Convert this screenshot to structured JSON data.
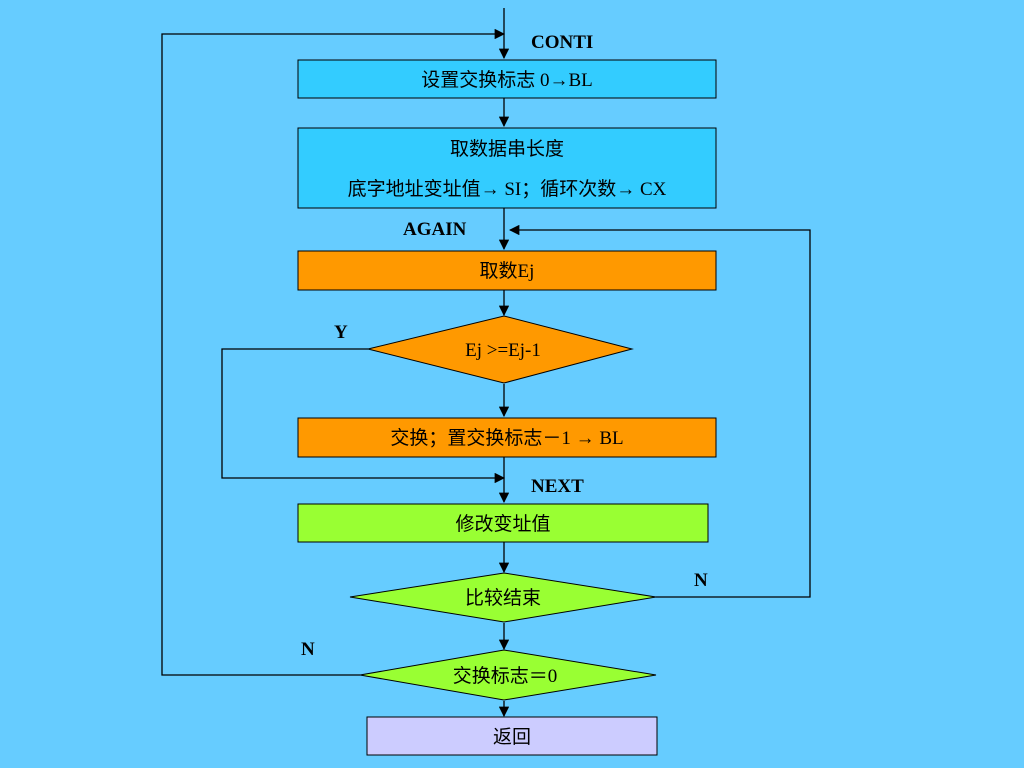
{
  "colors": {
    "background": "#66CCFF",
    "init_box": "#33CCFF",
    "loop_box": "#FF9900",
    "next_box": "#99FF33",
    "return_box": "#CCCCFF",
    "line": "#000000"
  },
  "labels": {
    "conti": "CONTI",
    "again": "AGAIN",
    "next": "NEXT",
    "yes_compare": "Y",
    "no_end": "N",
    "no_flag": "N"
  },
  "nodes": {
    "set_flag": "设置交换标志 0→BL",
    "get_length_line1": "取数据串长度",
    "get_length_line2": "底字地址变址值→ SI；循环次数→ CX",
    "get_ej": "取数Ej",
    "compare": "Ej  >=Ej-1",
    "swap": "交换；置交换标志－1 → BL",
    "modify_addr": "修改变址值",
    "compare_end": "比较结束",
    "flag_zero": "交换标志＝0",
    "return": "返回"
  }
}
